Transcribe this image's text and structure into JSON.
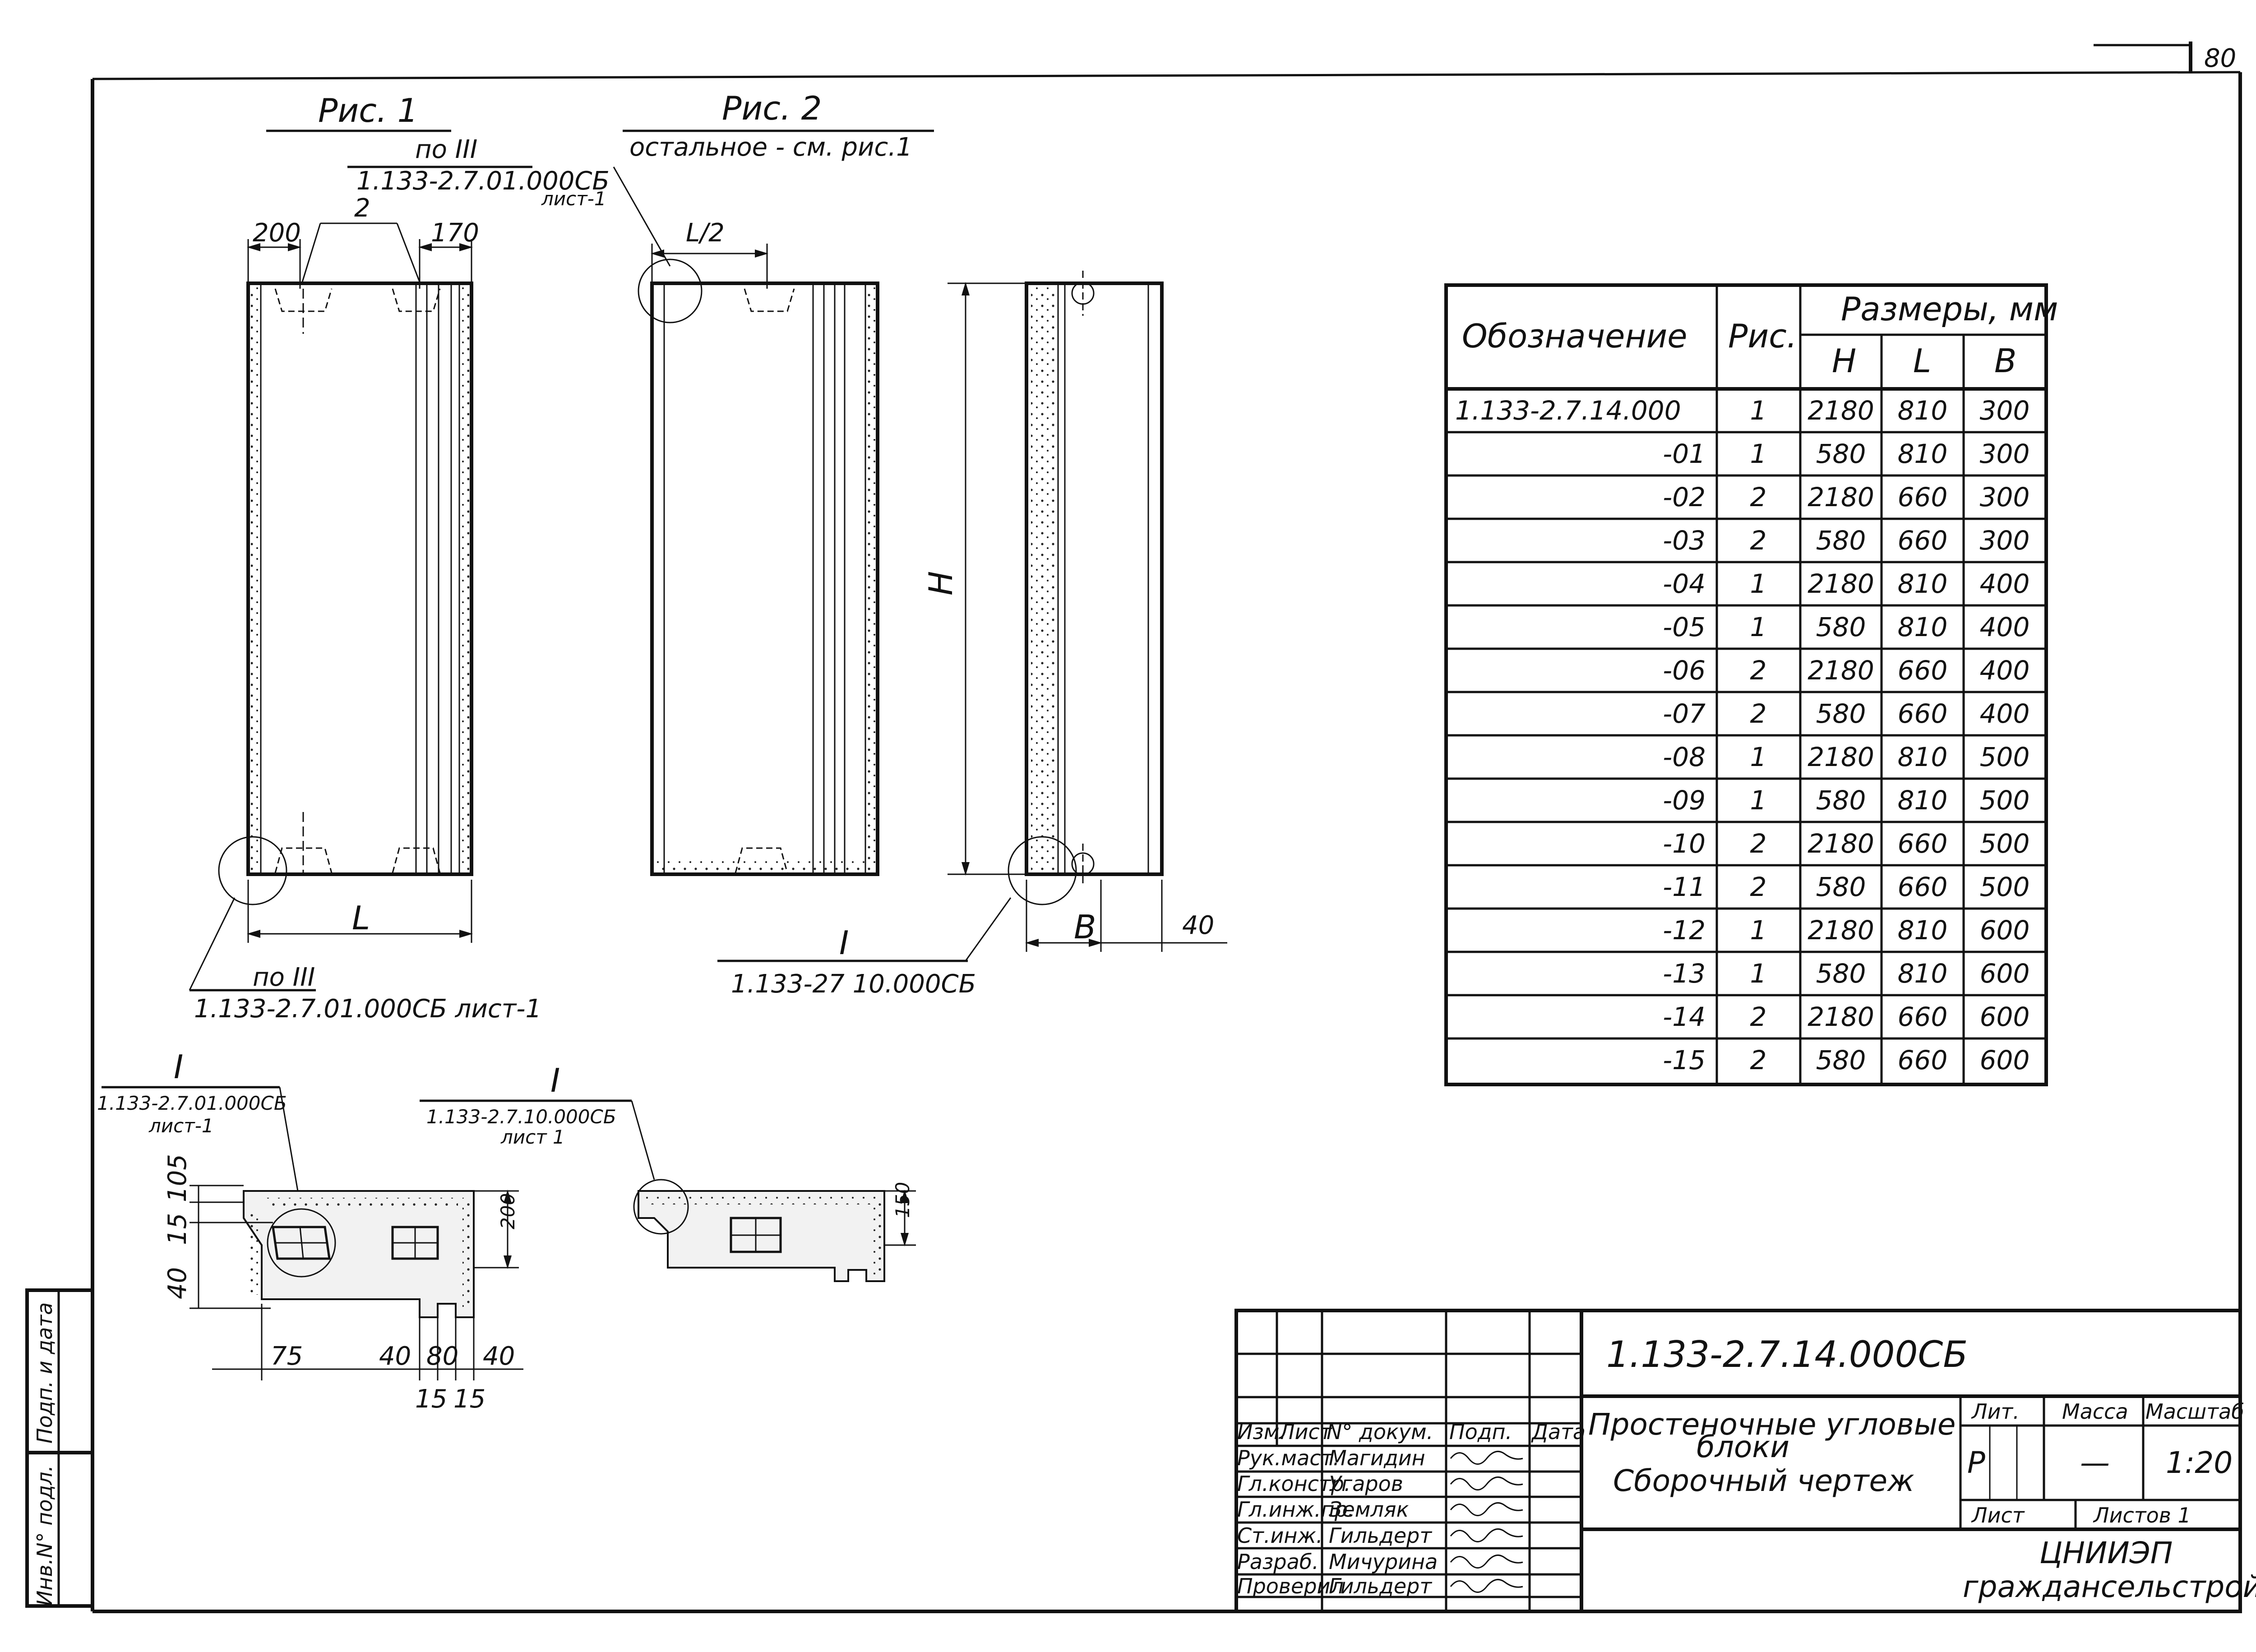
{
  "sheet": {
    "page_number": "80"
  },
  "fig1": {
    "title": "Рис. 1",
    "ref_top_label": "по III",
    "ref_top_doc": "1.133-2.7.01.000СБ",
    "ref_top_sheet": "лист-1",
    "mark_2": "2",
    "dim_left": "200",
    "dim_right": "170",
    "dim_L": "L",
    "ref_bottom_label": "по III",
    "ref_bottom_doc": "1.133-2.7.01.000СБ лист-1"
  },
  "fig2": {
    "title": "Рис. 2",
    "subtitle": "остальное - см. рис.1",
    "dim_half_L": "L/2"
  },
  "side_view": {
    "dim_H": "H",
    "dim_B": "B",
    "dim_40": "40",
    "ref_label": "I",
    "ref_doc": "1.133-27 10.000СБ"
  },
  "section_left": {
    "ref_label": "I",
    "ref_doc": "1.133-2.7.01.000СБ",
    "ref_sheet": "лист-1",
    "dims": {
      "d105": "105",
      "d15": "15",
      "d40v": "40",
      "d200": "200",
      "d75": "75",
      "d40a": "40",
      "d80": "80",
      "d40b": "40",
      "d15a": "15",
      "d15b": "15"
    }
  },
  "section_right": {
    "ref_label": "I",
    "ref_doc": "1.133-2.7.10.000СБ",
    "ref_sheet": "лист 1",
    "dim_150": "150"
  },
  "spec_table": {
    "headers": {
      "designation": "Обозначение",
      "fig": "Рис.",
      "sizes": "Размеры, мм",
      "H": "H",
      "L": "L",
      "B": "В"
    },
    "rows": [
      {
        "designation": "1.133-2.7.14.000",
        "fig": "1",
        "H": "2180",
        "L": "810",
        "B": "300"
      },
      {
        "designation": "-01",
        "fig": "1",
        "H": "580",
        "L": "810",
        "B": "300"
      },
      {
        "designation": "-02",
        "fig": "2",
        "H": "2180",
        "L": "660",
        "B": "300"
      },
      {
        "designation": "-03",
        "fig": "2",
        "H": "580",
        "L": "660",
        "B": "300"
      },
      {
        "designation": "-04",
        "fig": "1",
        "H": "2180",
        "L": "810",
        "B": "400"
      },
      {
        "designation": "-05",
        "fig": "1",
        "H": "580",
        "L": "810",
        "B": "400"
      },
      {
        "designation": "-06",
        "fig": "2",
        "H": "2180",
        "L": "660",
        "B": "400"
      },
      {
        "designation": "-07",
        "fig": "2",
        "H": "580",
        "L": "660",
        "B": "400"
      },
      {
        "designation": "-08",
        "fig": "1",
        "H": "2180",
        "L": "810",
        "B": "500"
      },
      {
        "designation": "-09",
        "fig": "1",
        "H": "580",
        "L": "810",
        "B": "500"
      },
      {
        "designation": "-10",
        "fig": "2",
        "H": "2180",
        "L": "660",
        "B": "500"
      },
      {
        "designation": "-11",
        "fig": "2",
        "H": "580",
        "L": "660",
        "B": "500"
      },
      {
        "designation": "-12",
        "fig": "1",
        "H": "2180",
        "L": "810",
        "B": "600"
      },
      {
        "designation": "-13",
        "fig": "1",
        "H": "580",
        "L": "810",
        "B": "600"
      },
      {
        "designation": "-14",
        "fig": "2",
        "H": "2180",
        "L": "660",
        "B": "600"
      },
      {
        "designation": "-15",
        "fig": "2",
        "H": "580",
        "L": "660",
        "B": "600"
      }
    ]
  },
  "title_block": {
    "doc_code": "1.133-2.7.14.000СБ",
    "name_line1": "Простеночные угловые",
    "name_line2": "блоки",
    "name_line3": "Сборочный чертеж",
    "hdr": {
      "izm": "Изм.",
      "list": "Лист",
      "ndoc": "N° докум.",
      "podp": "Подп.",
      "data": "Дата"
    },
    "people": [
      {
        "role": "Рук.маст.",
        "name": "Магидин"
      },
      {
        "role": "Гл.констр.",
        "name": "Угаров"
      },
      {
        "role": "Гл.инж.пр.",
        "name": "Земляк"
      },
      {
        "role": "Ст.инж.",
        "name": "Гильдерт"
      },
      {
        "role": "Разраб.",
        "name": "Мичурина"
      },
      {
        "role": "Проверил",
        "name": "Гильдерт"
      }
    ],
    "lit_label": "Лит.",
    "mass_label": "Масса",
    "scale_label": "Масштаб",
    "lit_value": "Р",
    "mass_value": "—",
    "scale_value": "1:20",
    "sheet_label": "Лист",
    "sheets_label": "Листов 1",
    "org_line1": "ЦНИИЭП",
    "org_line2": "граждансельстрой"
  },
  "side_stamp": {
    "sign_date": "Подп. и дата",
    "inv_no": "Инв.N° подл."
  }
}
